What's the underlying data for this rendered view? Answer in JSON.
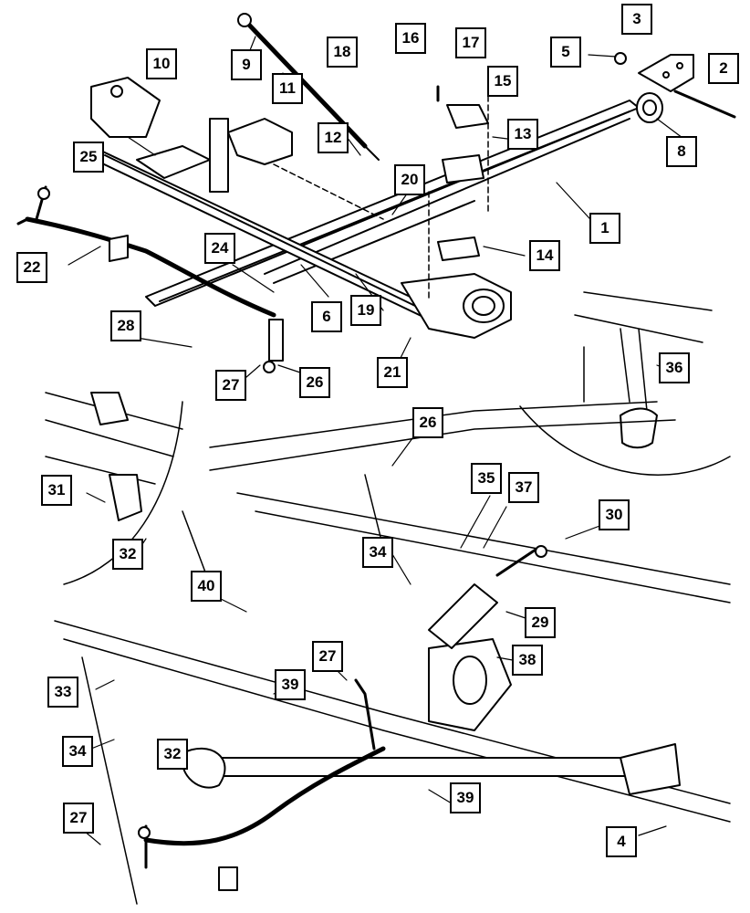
{
  "diagram": {
    "callouts": [
      {
        "id": "c1",
        "label": "1"
      },
      {
        "id": "c2",
        "label": "2"
      },
      {
        "id": "c3",
        "label": "3"
      },
      {
        "id": "c4",
        "label": "4"
      },
      {
        "id": "c5",
        "label": "5"
      },
      {
        "id": "c6",
        "label": "6"
      },
      {
        "id": "c8",
        "label": "8"
      },
      {
        "id": "c9",
        "label": "9"
      },
      {
        "id": "c10",
        "label": "10"
      },
      {
        "id": "c11",
        "label": "11"
      },
      {
        "id": "c12",
        "label": "12"
      },
      {
        "id": "c13",
        "label": "13"
      },
      {
        "id": "c14",
        "label": "14"
      },
      {
        "id": "c15",
        "label": "15"
      },
      {
        "id": "c16",
        "label": "16"
      },
      {
        "id": "c17",
        "label": "17"
      },
      {
        "id": "c18",
        "label": "18"
      },
      {
        "id": "c19",
        "label": "19"
      },
      {
        "id": "c20",
        "label": "20"
      },
      {
        "id": "c21",
        "label": "21"
      },
      {
        "id": "c22",
        "label": "22"
      },
      {
        "id": "c24",
        "label": "24"
      },
      {
        "id": "c25",
        "label": "25"
      },
      {
        "id": "c26a",
        "label": "26"
      },
      {
        "id": "c26b",
        "label": "26"
      },
      {
        "id": "c27a",
        "label": "27"
      },
      {
        "id": "c27b",
        "label": "27"
      },
      {
        "id": "c27c",
        "label": "27"
      },
      {
        "id": "c28",
        "label": "28"
      },
      {
        "id": "c29",
        "label": "29"
      },
      {
        "id": "c30",
        "label": "30"
      },
      {
        "id": "c31",
        "label": "31"
      },
      {
        "id": "c32a",
        "label": "32"
      },
      {
        "id": "c32b",
        "label": "32"
      },
      {
        "id": "c33",
        "label": "33"
      },
      {
        "id": "c34a",
        "label": "34"
      },
      {
        "id": "c34b",
        "label": "34"
      },
      {
        "id": "c35",
        "label": "35"
      },
      {
        "id": "c36",
        "label": "36"
      },
      {
        "id": "c37",
        "label": "37"
      },
      {
        "id": "c38",
        "label": "38"
      },
      {
        "id": "c39a",
        "label": "39"
      },
      {
        "id": "c39b",
        "label": "39"
      },
      {
        "id": "c40",
        "label": "40"
      }
    ]
  }
}
